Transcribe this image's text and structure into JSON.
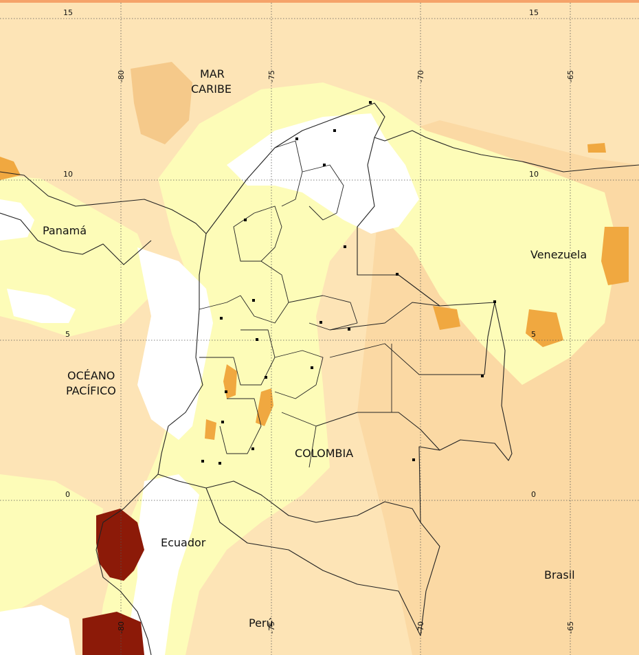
{
  "colors": {
    "ocean": "#fde4b6",
    "land_warm": "#fbd9a4",
    "pale_yellow": "#fdfcb8",
    "cloud_white": "#ffffff",
    "orange": "#f0a840",
    "dark_red": "#8c1a08",
    "top_bar": "#f5a36a"
  },
  "labels": {
    "sea": [
      "MAR",
      "CARIBE"
    ],
    "ocean": [
      "OCÉANO",
      "PACÍFICO"
    ],
    "panama": "Panamá",
    "venezuela": "Venezuela",
    "colombia": "COLOMBIA",
    "ecuador": "Ecuador",
    "peru": "Perú",
    "brasil": "Brasil"
  },
  "lat_ticks": {
    "left": [
      "15",
      "10",
      "5",
      "0"
    ],
    "right": [
      "15",
      "10",
      "5",
      "0"
    ]
  },
  "lon_ticks": {
    "top": [
      "-80",
      "-75",
      "-70",
      "-65"
    ],
    "bottom": [
      "-80",
      "-75",
      "-70",
      "-65"
    ]
  }
}
